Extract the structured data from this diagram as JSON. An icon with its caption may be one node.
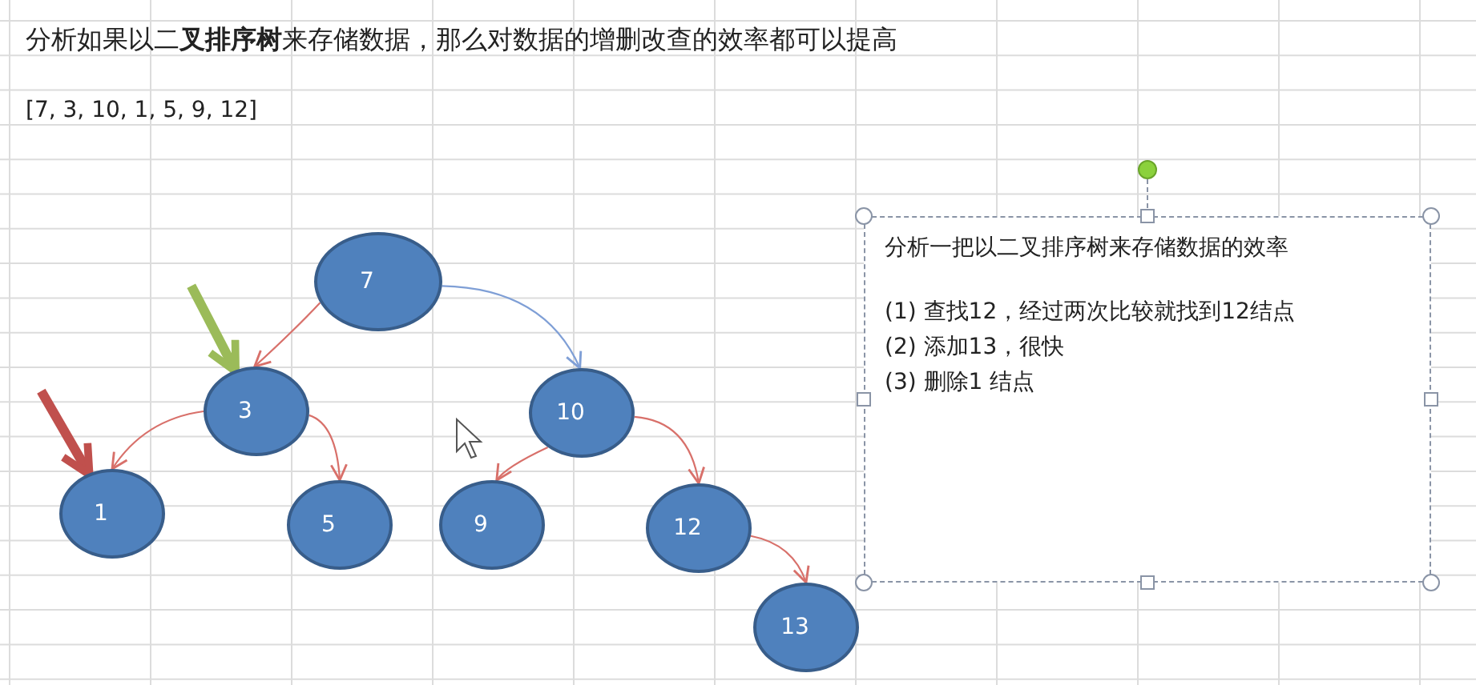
{
  "diagram": {
    "title": "分析如果以二**叉排序树**来存储数据，那么对数据的增删改查的效率都可以提高",
    "nodes": [
      {
        "text": [
          "7"
        ]
      },
      {
        "text": [
          "3"
        ]
      },
      {
        "text": [
          "10"
        ]
      },
      {
        "text": [
          "1"
        ]
      },
      {
        "text": [
          "5"
        ]
      },
      {
        "text": [
          "9"
        ]
      },
      {
        "text": [
          "12"
        ]
      },
      {
        "text": [
          "13"
        ]
      },
      {
        "text": [
          "分析一把以二叉排序树来存储数据的效率",
          "(1) 查找12，经过两次比较就找到12结点",
          "(2) 添加13，很快",
          "(3) 删除1 结点"
        ]
      }
    ],
    "edges": [
      {
        "from": 0,
        "to": 1,
        "arrow": "to"
      },
      {
        "from": 0,
        "to": 2,
        "arrow": "to",
        "color": "#7f9fd6"
      },
      {
        "from": 1,
        "to": 3,
        "arrow": "to"
      },
      {
        "from": 1,
        "to": 4,
        "arrow": "to"
      },
      {
        "from": 2,
        "to": 5,
        "arrow": "to"
      },
      {
        "from": 2,
        "to": 6,
        "arrow": "to"
      },
      {
        "from": 6,
        "to": 7,
        "arrow": "to"
      },
      {
        "from": null,
        "to": 1,
        "arrow": "to",
        "style": "thick",
        "color": "#9bbb59"
      },
      {
        "from": null,
        "to": 3,
        "arrow": "to",
        "style": "thick",
        "color": "#c0504d"
      }
    ],
    "labels": [
      "[7, 3, 10, 1, 5, 9, 12]"
    ]
  }
}
